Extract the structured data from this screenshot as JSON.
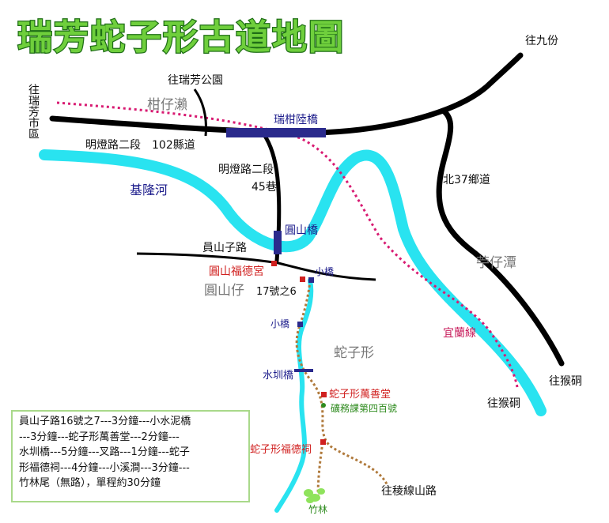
{
  "title": "瑞芳蛇子形古道地圖",
  "colors": {
    "road": "#000000",
    "river": "#29e3f0",
    "rail": "#d81b72",
    "trail": "#b07a3c",
    "bridge": "#1e1e8c",
    "temple": "#d0201f",
    "marker": "#2e8b1e",
    "title_fill": "#6fcf3c"
  },
  "labels": {
    "to_jiufen": "往九份",
    "to_ruifang_park": "往瑞芳公園",
    "to_ruifang_city": "往瑞芳市區",
    "gan_zai_lai": "柑仔瀨",
    "ruigan_bridge": "瑞柑陸橋",
    "mingdeng_rd_102": "明燈路二段　102縣道",
    "keelung_river": "基隆河",
    "mingdeng_lane45_line1": "明燈路二段",
    "mingdeng_lane45_line2": "45巷",
    "bei37": "北37鄉道",
    "yuanshan_bridge": "圓山橋",
    "yuanshanzi_rd": "員山子路",
    "yuanshan_temple": "圓山福德宮",
    "small_bridge_1": "小橋",
    "yuanshanzai": "圓山仔",
    "no17_6": "17號之6",
    "zhuzitan": "苧仔潭",
    "small_bridge_2": "小橋",
    "yilan_line": "宜蘭線",
    "shezixing": "蛇子形",
    "shuizhen_bridge": "水圳橋",
    "wanshan_hall": "蛇子形萬善堂",
    "mining_marker": "礦務課第四百號",
    "to_houtong_rail": "往猴硐",
    "to_houtong_road": "往猴硐",
    "fude_shrine": "蛇子形福德祠",
    "to_ridge_rd": "往稜線山路",
    "bamboo": "竹林"
  },
  "info_box": {
    "lines": [
      "員山子路16號之7---3分鐘---小水泥橋",
      "---3分鐘---蛇子形萬善堂---2分鐘---",
      "水圳橋---5分鐘---叉路---1分鐘---蛇子",
      "形福德祠---4分鐘---小溪澗---3分鐘---",
      "竹林尾（無路），單程約30分鐘"
    ]
  }
}
